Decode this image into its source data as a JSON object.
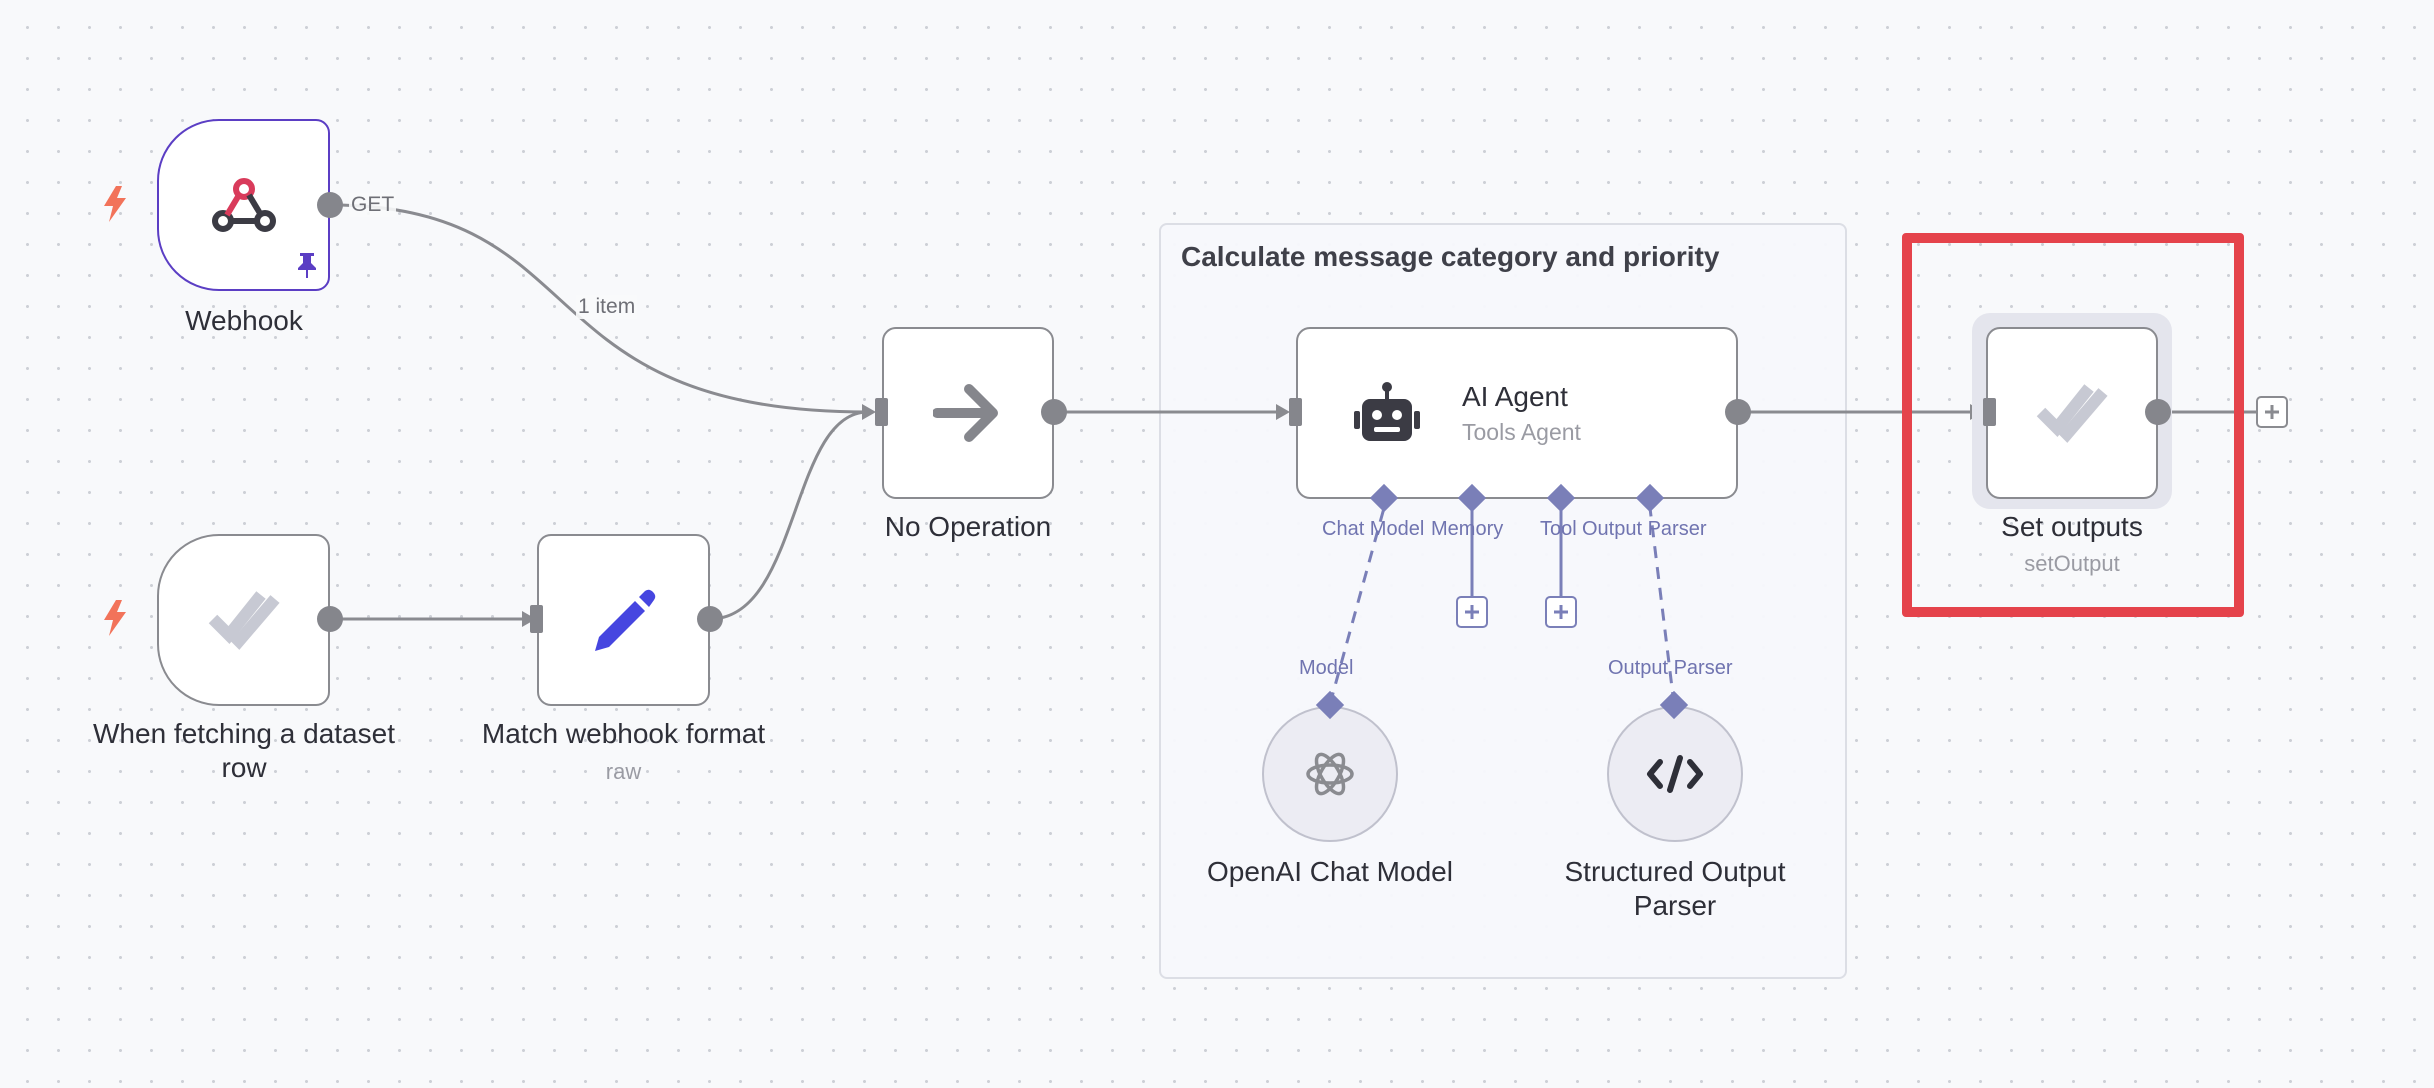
{
  "canvas": {
    "background": "#f8f9fb",
    "accent_purple": "#5b3ec4",
    "handle_color": "#85868c",
    "subnode_handle_color": "#7a7fb8",
    "highlight_frame_color": "#e5434b",
    "trigger_bolt_color": "#f2735a"
  },
  "group": {
    "title": "Calculate message category and priority"
  },
  "nodes": {
    "webhook": {
      "label": "Webhook",
      "icon": "webhook-icon",
      "pinned_icon": "pin-icon",
      "output_label": "GET"
    },
    "dataset_trigger": {
      "label": "When fetching a dataset row",
      "icon": "double-check-icon"
    },
    "match_format": {
      "label": "Match webhook format",
      "subtitle": "raw",
      "icon": "pencil-icon"
    },
    "no_op": {
      "label": "No Operation",
      "icon": "arrow-right-icon"
    },
    "ai_agent": {
      "title": "AI Agent",
      "subtitle": "Tools Agent",
      "icon": "robot-icon",
      "inputs": [
        "Chat Model",
        "Memory",
        "Tool",
        "Output Parser"
      ]
    },
    "openai_model": {
      "label": "OpenAI Chat Model",
      "handle_label": "Model",
      "icon": "openai-icon"
    },
    "output_parser": {
      "label": "Structured Output Parser",
      "handle_label": "Output Parser",
      "icon": "code-icon"
    },
    "set_outputs": {
      "label": "Set outputs",
      "subtitle": "setOutput",
      "icon": "double-check-icon"
    }
  },
  "edges": {
    "webhook_to_noop_label": "1 item"
  }
}
